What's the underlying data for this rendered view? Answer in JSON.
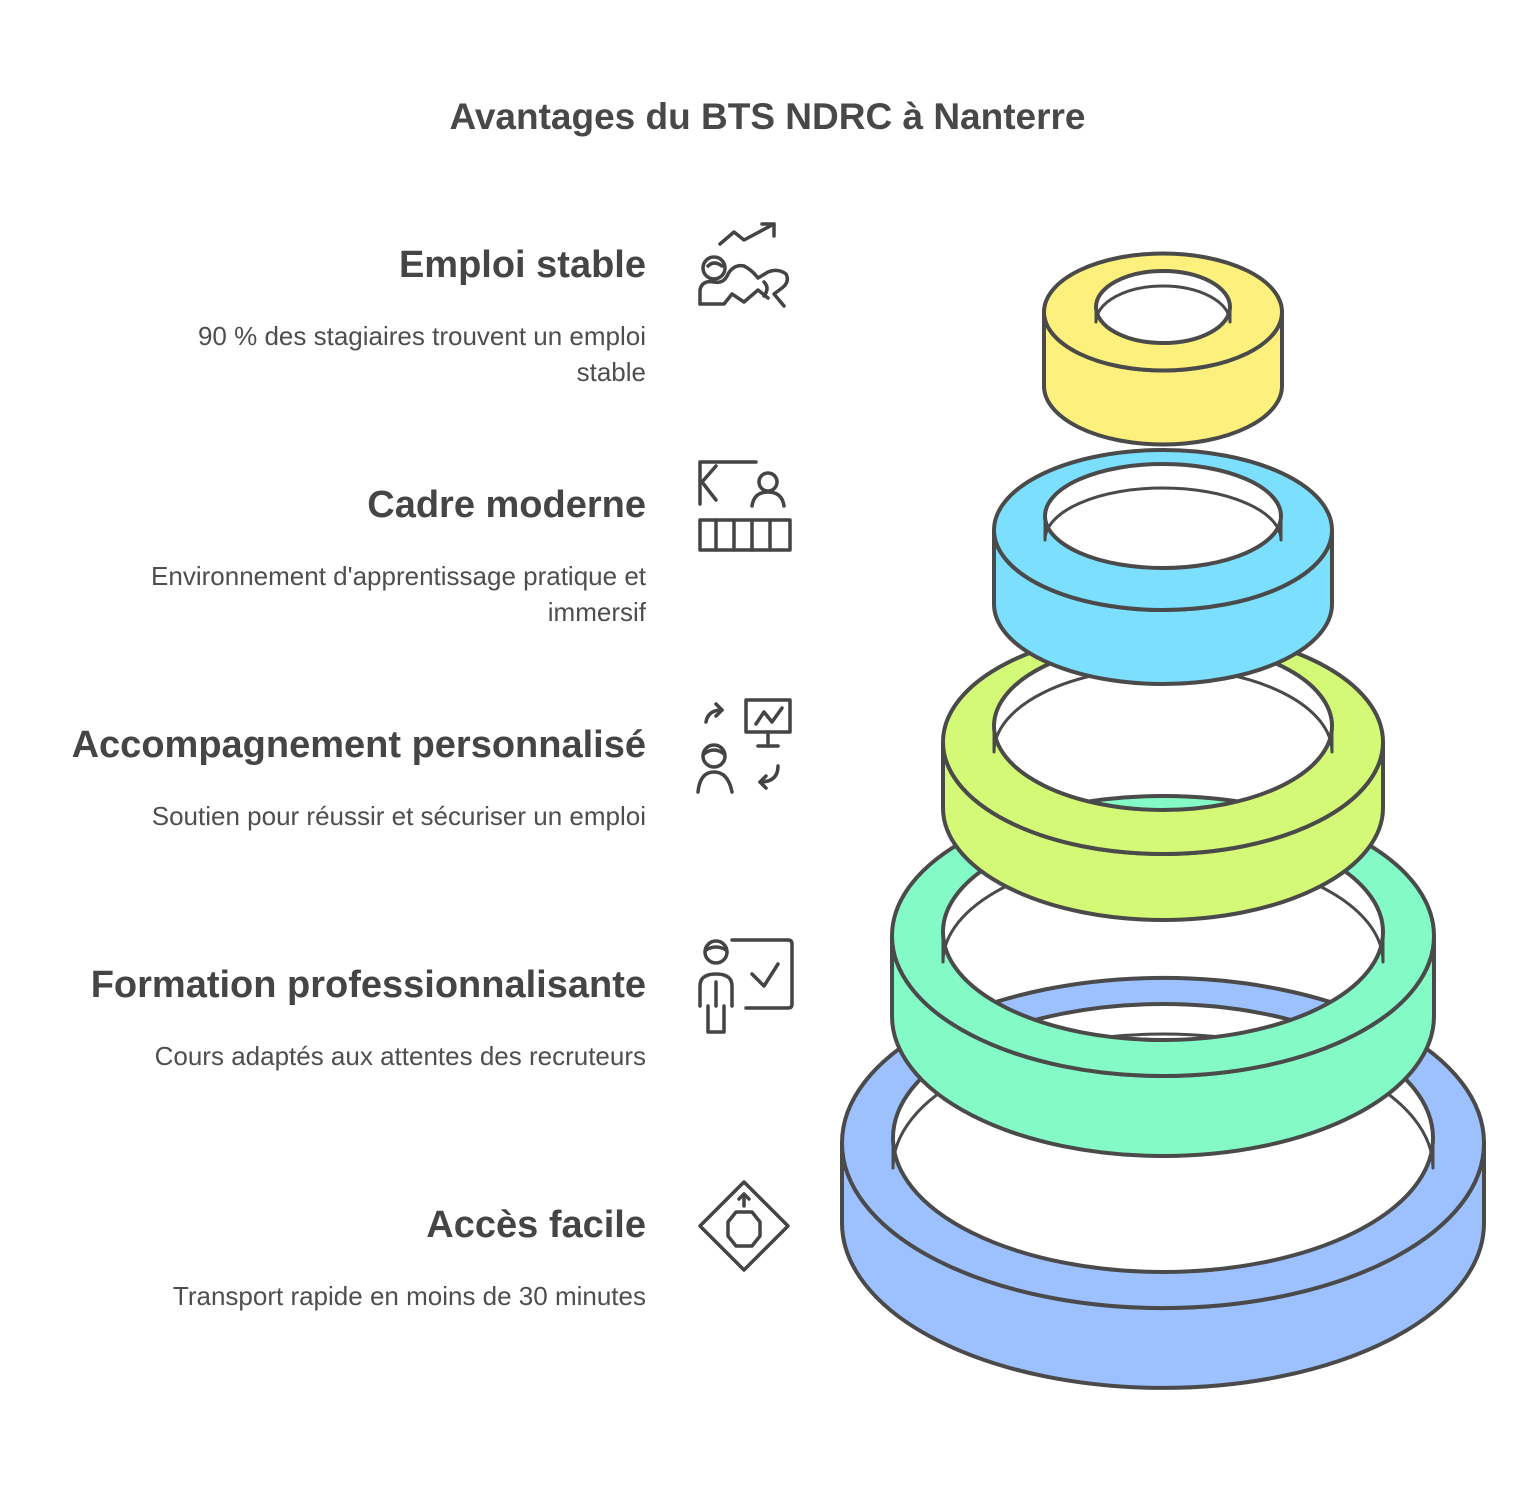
{
  "title": "Avantages du BTS NDRC à Nanterre",
  "items": [
    {
      "heading": "Emploi stable",
      "description_line1": "90 % des stagiaires trouvent un emploi",
      "description_line2": "stable",
      "icon": "career-growth-icon",
      "color": "#fdf07c"
    },
    {
      "heading": "Cadre moderne",
      "description_line1": "Environnement d'apprentissage pratique et",
      "description_line2": "immersif",
      "icon": "classroom-icon",
      "color": "#7ddffe"
    },
    {
      "heading": "Accompagnement personnalisé",
      "description_line1": "Soutien pour réussir et sécuriser un emploi",
      "description_line2": "",
      "icon": "coaching-icon",
      "color": "#d4f976"
    },
    {
      "heading": "Formation professionnalisante",
      "description_line1": "Cours adaptés aux attentes des recruteurs",
      "description_line2": "",
      "icon": "trainer-checklist-icon",
      "color": "#84fac6"
    },
    {
      "heading": "Accès facile",
      "description_line1": "Transport rapide en moins de 30 minutes",
      "description_line2": "",
      "icon": "road-sign-icon",
      "color": "#9cc1fe"
    }
  ]
}
